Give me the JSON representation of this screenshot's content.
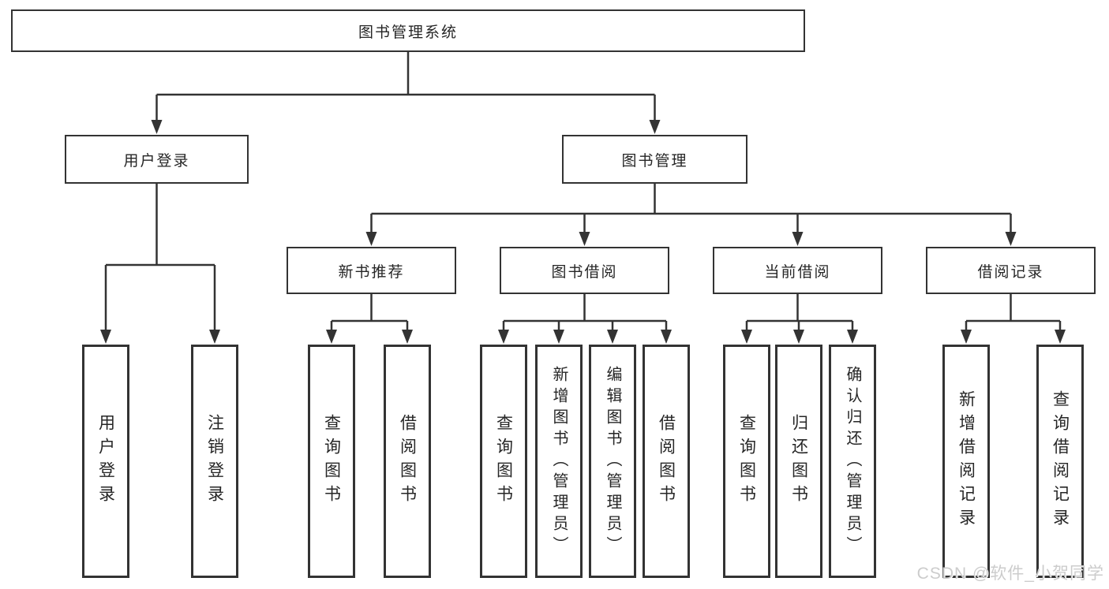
{
  "tree": {
    "root": "图书管理系统",
    "branches": [
      {
        "label": "用户登录",
        "children": [
          "用户登录",
          "注销登录"
        ]
      },
      {
        "label": "图书管理",
        "sections": [
          {
            "label": "新书推荐",
            "children": [
              "查询图书",
              "借阅图书"
            ]
          },
          {
            "label": "图书借阅",
            "children": [
              "查询图书",
              "新增图书（管理员）",
              "编辑图书（管理员）",
              "借阅图书"
            ]
          },
          {
            "label": "当前借阅",
            "children": [
              "查询图书",
              "归还图书",
              "确认归还（管理员）"
            ]
          },
          {
            "label": "借阅记录",
            "children": [
              "新增借阅记录",
              "查询借阅记录"
            ]
          }
        ]
      }
    ]
  },
  "watermark": "CSDN @软件_小贺同学",
  "colors": {
    "line": "#333333",
    "text": "#262626",
    "background": "#ffffff",
    "watermark": "#cccccc"
  }
}
